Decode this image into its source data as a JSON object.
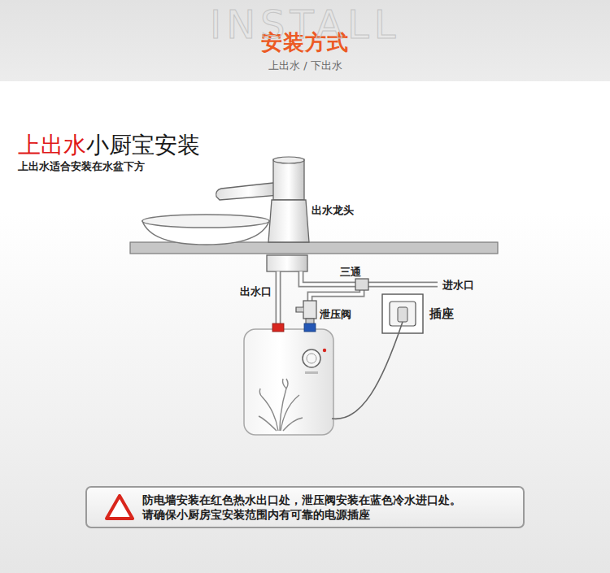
{
  "diagram": {
    "title": "安装方式",
    "nodes": [
      {
        "text": [
          "防电墙安装在红色热水出口处，泄压阀安装在蓝色冷水进口处。",
          "请确保小厨房宝安装范围内有可靠的电源插座"
        ]
      }
    ],
    "labels": [
      "INSTALL",
      "上出水 / 下出水",
      "上出水",
      "小厨宝安装",
      "上出水适合安装在水盆下方",
      "出水龙头",
      "三通",
      "进水口",
      "出水口",
      "泄压阀",
      "插座"
    ]
  }
}
